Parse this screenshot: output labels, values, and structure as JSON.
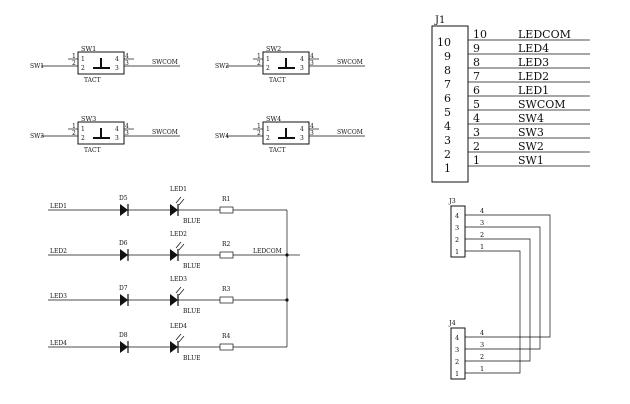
{
  "switches": [
    {
      "ref": "SW1",
      "net_in": "SW1",
      "net_out": "SWCOM",
      "pins": [
        "1",
        "2",
        "4",
        "3"
      ],
      "inner": [
        "1",
        "2",
        "4",
        "3"
      ],
      "type": "TACT"
    },
    {
      "ref": "SW2",
      "net_in": "SW2",
      "net_out": "SWCOM",
      "pins": [
        "1",
        "2",
        "4",
        "3"
      ],
      "inner": [
        "1",
        "2",
        "4",
        "3"
      ],
      "type": "TACT"
    },
    {
      "ref": "SW3",
      "net_in": "SW3",
      "net_out": "SWCOM",
      "pins": [
        "1",
        "2",
        "4",
        "3"
      ],
      "inner": [
        "1",
        "2",
        "4",
        "3"
      ],
      "type": "TACT"
    },
    {
      "ref": "SW4",
      "net_in": "SW4",
      "net_out": "SWCOM",
      "pins": [
        "1",
        "2",
        "4",
        "3"
      ],
      "inner": [
        "1",
        "2",
        "4",
        "3"
      ],
      "type": "TACT"
    }
  ],
  "leds": [
    {
      "net": "LED1",
      "diode": "D5",
      "led": "LED1",
      "color": "BLUE",
      "resistor": "R1"
    },
    {
      "net": "LED2",
      "diode": "D6",
      "led": "LED2",
      "color": "BLUE",
      "resistor": "R2"
    },
    {
      "net": "LED3",
      "diode": "D7",
      "led": "LED3",
      "color": "BLUE",
      "resistor": "R3"
    },
    {
      "net": "LED4",
      "diode": "D8",
      "led": "LED4",
      "color": "BLUE",
      "resistor": "R4"
    }
  ],
  "ledcom": "LEDCOM",
  "j1": {
    "ref": "J1",
    "pins": [
      {
        "num": "10",
        "net": "LEDCOM"
      },
      {
        "num": "9",
        "net": "LED4"
      },
      {
        "num": "8",
        "net": "LED3"
      },
      {
        "num": "7",
        "net": "LED2"
      },
      {
        "num": "6",
        "net": "LED1"
      },
      {
        "num": "5",
        "net": "SWCOM"
      },
      {
        "num": "4",
        "net": "SW4"
      },
      {
        "num": "3",
        "net": "SW3"
      },
      {
        "num": "2",
        "net": "SW2"
      },
      {
        "num": "1",
        "net": "SW1"
      }
    ]
  },
  "j3": {
    "ref": "J3",
    "pins": [
      "4",
      "3",
      "2",
      "1"
    ]
  },
  "j4": {
    "ref": "J4",
    "pins": [
      "4",
      "3",
      "2",
      "1"
    ]
  }
}
